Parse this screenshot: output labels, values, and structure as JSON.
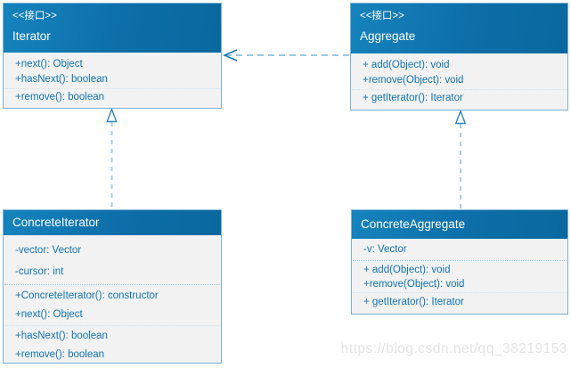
{
  "diagram": {
    "pattern_name": "Iterator UML class diagram",
    "classes": [
      {
        "stereotype": "<<接口>>",
        "name": "Iterator",
        "attributes": [],
        "methods": [
          "+next(): Object",
          "+hasNext(): boolean",
          "+remove(): boolean"
        ]
      },
      {
        "stereotype": "<<接口>>",
        "name": "Aggregate",
        "attributes": [],
        "methods": [
          "+ add(Object): void",
          "+remove(Object): void",
          "+ getIterator(): Iterator"
        ]
      },
      {
        "stereotype": "",
        "name": "ConcreteIterator",
        "attributes": [
          "-vector: Vector",
          "-cursor: int"
        ],
        "methods": [
          "+ConcreteIterator(): constructor",
          "+next(): Object",
          "+hasNext(): boolean",
          "+remove(): boolean"
        ]
      },
      {
        "stereotype": "",
        "name": "ConcreteAggregate",
        "attributes": [
          "-v: Vector"
        ],
        "methods": [
          "+ add(Object): void",
          "+remove(Object): void",
          "+ getIterator(): Iterator"
        ]
      }
    ],
    "relations": [
      {
        "type": "dependency",
        "from": "Aggregate",
        "to": "Iterator",
        "line": "dashed",
        "arrow": "open"
      },
      {
        "type": "realization",
        "from": "ConcreteIterator",
        "to": "Iterator",
        "line": "dashed",
        "arrow": "hollow-triangle"
      },
      {
        "type": "realization",
        "from": "ConcreteAggregate",
        "to": "Aggregate",
        "line": "dashed",
        "arrow": "hollow-triangle"
      }
    ],
    "watermark": "https://blog.csdn.net/qq_38219153",
    "colors": {
      "header_gradient_light": "#1583bd",
      "header_gradient_dark": "#0a689f",
      "box_border": "#7ab0d4",
      "body_bg": "#f2f2f2",
      "member_text": "#1274b2",
      "connector_dash_h": "#7ab4d8",
      "connector_dash_v": "#a6cde6",
      "arrowhead": "#1a78b0",
      "triangle_stroke": "#2e86c1",
      "watermark_text": "#e3e3e3"
    }
  }
}
